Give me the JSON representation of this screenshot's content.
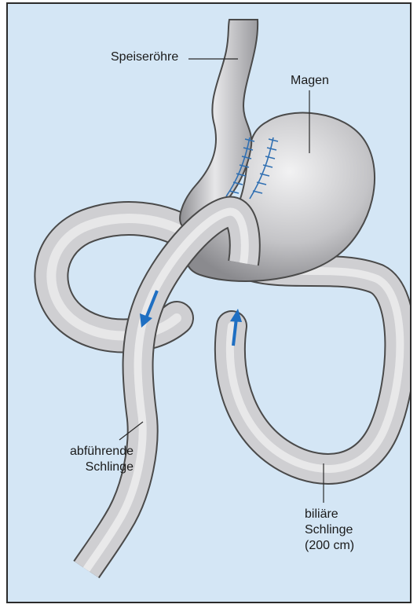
{
  "labels": {
    "esophagus": "Speiseröhre",
    "stomach": "Magen",
    "efferent_loop": [
      "abführende",
      "Schlinge"
    ],
    "biliary_loop": [
      "biliäre",
      "Schlinge",
      "(200 cm)"
    ]
  },
  "colors": {
    "background": "#d4e6f5",
    "tube_fill": "#c9c9cb",
    "tube_outline": "#4a4a4a",
    "staple": "#2f6fb2",
    "arrow": "#1f6fc2"
  },
  "icons": {
    "flow_down": "arrow-down-left-icon",
    "flow_up": "arrow-up-icon"
  }
}
